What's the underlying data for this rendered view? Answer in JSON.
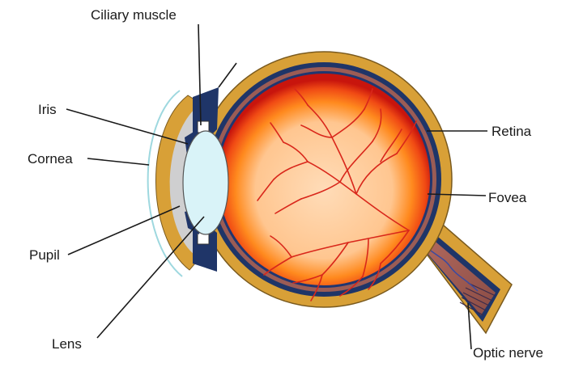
{
  "labels": {
    "ciliary_muscle": "Ciliary muscle",
    "iris": "Iris",
    "cornea": "Cornea",
    "pupil": "Pupil",
    "lens": "Lens",
    "retina": "Retina",
    "fovea": "Fovea",
    "optic_nerve": "Optic nerve"
  },
  "colors": {
    "sclera": "#d8a037",
    "sclera_edge": "#7a5a1e",
    "choroid": "#1f3568",
    "retina_band": "#9b5c55",
    "vitreous_inner": "#ffd9b0",
    "vitreous_mid": "#ff8c20",
    "vitreous_outer": "#cf1a10",
    "vessels": "#d9271b",
    "lens": "#d9f3f8",
    "cornea": "#cfcfd0",
    "cornea_edge": "#9ed8df"
  }
}
